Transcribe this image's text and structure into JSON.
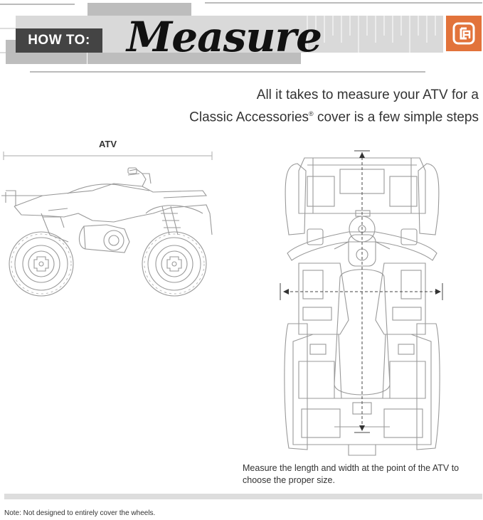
{
  "header": {
    "howto_label": "HOW TO:",
    "title": "Measure",
    "logo_icon": "classic-accessories-logo-icon",
    "accent_color": "#e2733b"
  },
  "intro": {
    "line1": "All it takes to measure your ATV for a",
    "line2_prefix": "Classic Accessories",
    "registered": "®",
    "line2_suffix": " cover is a few simple steps"
  },
  "side_view": {
    "label": "ATV"
  },
  "caption": "Measure the length and width at the point of the ATV to choose the proper size.",
  "note": "Note: Not designed to entirely cover the wheels."
}
